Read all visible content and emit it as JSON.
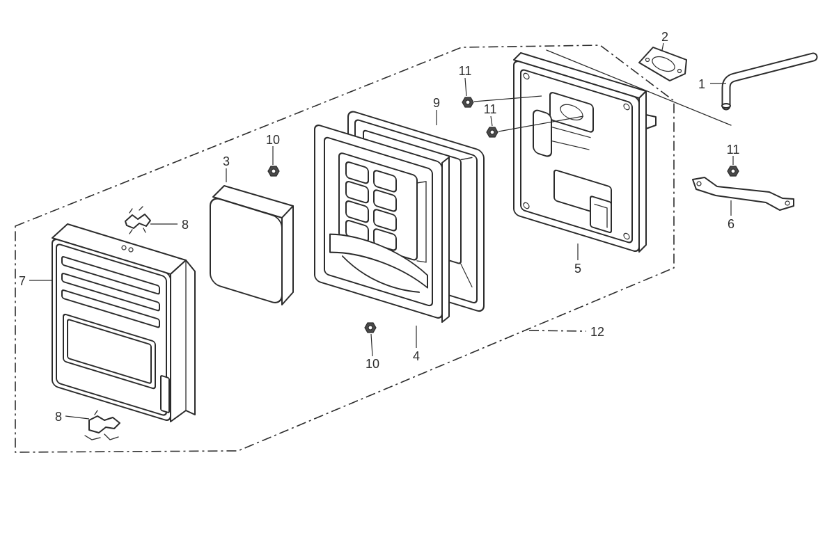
{
  "callouts": {
    "part_1": "1",
    "part_2": "2",
    "part_3": "3",
    "part_4": "4",
    "part_5": "5",
    "part_6": "6",
    "part_7": "7",
    "part_8_top": "8",
    "part_8_bottom": "8",
    "part_9": "9",
    "part_10_top": "10",
    "part_10_bottom": "10",
    "part_11_left": "11",
    "part_11_middle": "11",
    "part_11_right": "11",
    "part_12": "12"
  },
  "colors": {
    "line": "#2b2b2b",
    "paper": "#ffffff",
    "nut_fill": "#4a4a4a"
  }
}
